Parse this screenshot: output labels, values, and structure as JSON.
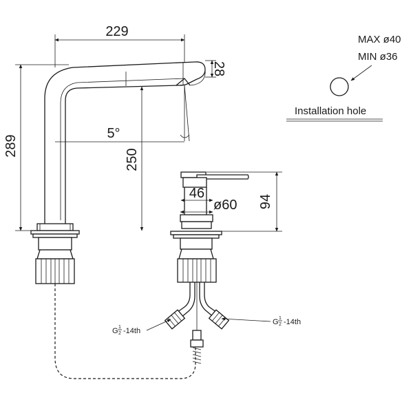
{
  "dimensions": {
    "spout_reach": "229",
    "spout_thickness": "28",
    "total_height": "289",
    "spout_angle": "5°",
    "spout_height": "250",
    "handle_width": "46",
    "handle_diameter": "ø60",
    "handle_height": "94"
  },
  "installation_hole": {
    "max": "MAX ø40",
    "min": "MIN ø36",
    "label": "Installation hole"
  },
  "connections": {
    "left": {
      "prefix": "G",
      "num": "1",
      "den": "2",
      "suffix": "-14th"
    },
    "right": {
      "prefix": "G",
      "num": "1",
      "den": "2",
      "suffix": "-14th"
    }
  }
}
